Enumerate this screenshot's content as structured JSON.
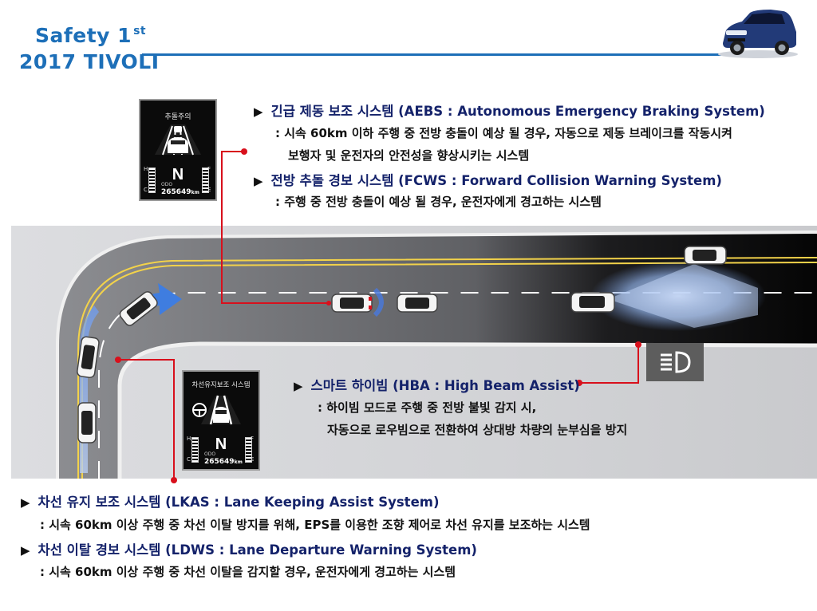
{
  "header": {
    "title_line1": "Safety 1",
    "title_sup": "st",
    "title_line2": "2017 TIVOLI",
    "colors": {
      "brand": "#1d6fb8",
      "feature_title": "#14226a",
      "callout": "#d8101c"
    }
  },
  "aebs": {
    "title": "긴급 제동 보조 시스템 (AEBS : Autonomous Emergency Braking System)",
    "desc_line1": ": 시속 60km 이하 주행 중 전방 충돌이 예상 될 경우, 자동으로 제동 브레이크를 작동시켜",
    "desc_line2": "보행자 및 운전자의 안전성을 향상시키는 시스템"
  },
  "fcws": {
    "title": "전방 추돌 경보 시스템 (FCWS : Forward Collision Warning System)",
    "desc": ": 주행 중 전방 충돌이 예상 될 경우, 운전자에게 경고하는 시스템"
  },
  "hba": {
    "title": "스마트 하이빔 (HBA : High Beam Assist)",
    "desc_line1": ": 하이빔 모드로 주행 중 전방 불빛 감지 시,",
    "desc_line2": "자동으로 로우빔으로 전환하여 상대방 차량의 눈부심을 방지"
  },
  "lkas": {
    "title": "차선 유지 보조 시스템 (LKAS : Lane Keeping Assist System)",
    "desc": ": 시속 60km 이상 주행 중 차선 이탈 방지를 위해, EPS를 이용한 조향 제어로 차선 유지를 보조하는 시스템"
  },
  "ldws": {
    "title": "차선 이탈 경보 시스템 (LDWS : Lane Departure Warning System)",
    "desc": ": 시속 60km 이상 주행 중 차선 이탈을 감지할 경우, 운전자에게 경고하는 시스템"
  },
  "dash_top": {
    "label": "추돌주의",
    "gear": "N",
    "odo_label": "ODO",
    "odo": "265649",
    "unit": "km",
    "h": "H",
    "c": "C",
    "f": "F",
    "e": "E"
  },
  "dash_bottom": {
    "label": "차선유지보조 시스템",
    "gear": "N",
    "odo_label": "ODO",
    "odo": "265649",
    "unit": "km",
    "h": "H",
    "c": "C",
    "f": "F",
    "e": "E"
  },
  "triangle": "▶",
  "icons": {
    "headlight": "high-beam-icon"
  }
}
